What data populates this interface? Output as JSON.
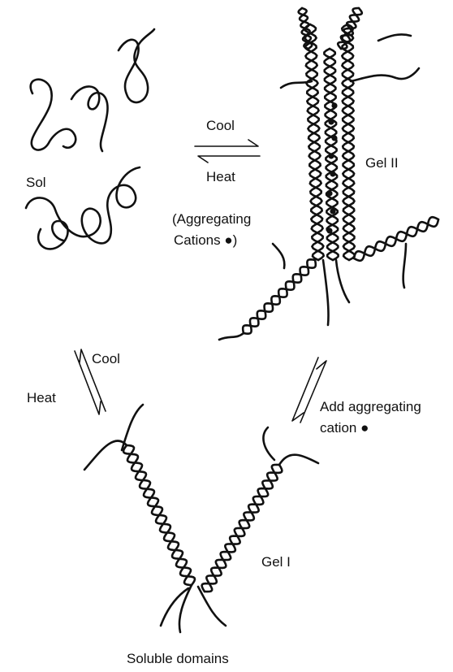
{
  "labels": {
    "sol": "Sol",
    "cool_top": "Cool",
    "heat_top": "Heat",
    "aggregating_line1": "(Aggregating",
    "aggregating_line2": "Cations ●)",
    "gel2": "Gel II",
    "cool_left": "Cool",
    "heat_left": "Heat",
    "add_line1": "Add aggregating",
    "add_line2": "cation ●",
    "gel1": "Gel I",
    "soluble": "Soluble domains"
  }
}
